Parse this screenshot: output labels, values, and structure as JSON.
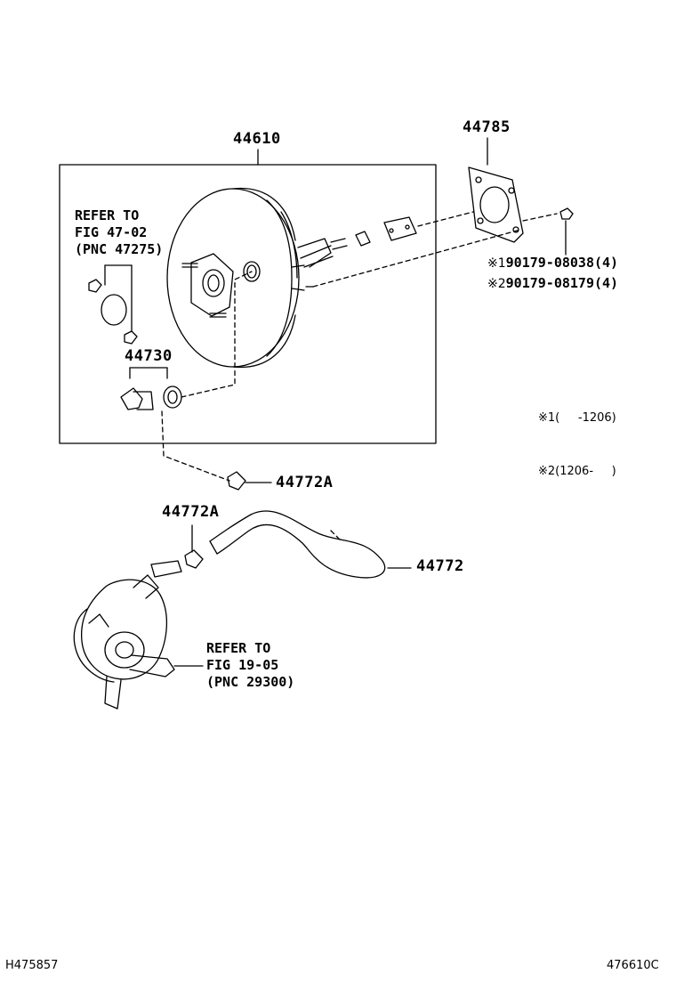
{
  "parts": {
    "booster": "44610",
    "gasket": "44785",
    "check_valve": "44730",
    "clip_upper": "44772A",
    "clip_lower": "44772A",
    "hose": "44772"
  },
  "bolts": [
    {
      "mark": "※1",
      "part": "90179-08038(4)"
    },
    {
      "mark": "※2",
      "part": "90179-08179(4)"
    }
  ],
  "notes": [
    "※1(     -1206)",
    "※2(1206-     )"
  ],
  "refs": {
    "fig4702": {
      "line1": "REFER TO",
      "line2": "FIG 47-02",
      "line3": "(PNC 47275)"
    },
    "fig1905": {
      "line1": "REFER TO",
      "line2": "FIG 19-05",
      "line3": "(PNC 29300)"
    }
  },
  "footer": {
    "left": "H475857",
    "right": "476610C"
  }
}
